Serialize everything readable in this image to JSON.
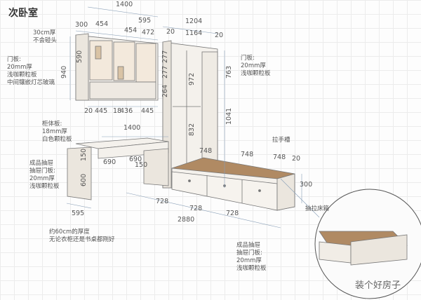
{
  "title": "次卧室",
  "notes": {
    "top_cabinet": "30cm厚\n不会碰头",
    "upper_door": "门板:\n20mm厚\n浅咖颗粒板\n中间镶嵌灯芯玻璃",
    "wardrobe_door": "门板:\n20mm厚\n浅咖颗粒板",
    "carcass": "柜体板:\n18mm厚\n白色颗粒板",
    "desk_drawer": "成品抽屉\n抽屉门板:\n20mm厚\n浅咖颗粒板",
    "bed_drawer": "成品抽屉\n抽屉门板:\n20mm厚\n浅咖颗粒板",
    "handle_slot": "拉手槽",
    "depth_note": "约60cm的厚度\n无论衣柜还是书桌都刚好",
    "detail_title": "抽拉床箱"
  },
  "dimensions": {
    "top_total": "1400",
    "top_depth": "300",
    "top_w1": "454",
    "top_w2": "454",
    "top_w3": "472",
    "wardrobe_depth": "595",
    "wardrobe_total": "1204",
    "wardrobe_side_l": "20",
    "wardrobe_inner": "1164",
    "wardrobe_side_r": "20",
    "upper_height": "940",
    "glass_height": "590",
    "shelf_a": "277",
    "shelf_b": "277",
    "shelf_c": "264",
    "inner_top": "972",
    "inner_bottom": "832",
    "door_top": "763",
    "door_bottom": "1041",
    "bottom_20": "20",
    "bottom_445a": "445",
    "bottom_18": "18",
    "bottom_436": "436",
    "bottom_445b": "445",
    "desk_total": "1400",
    "desk_drawer_h": "150",
    "desk_690a": "690",
    "desk_690b": "690",
    "desk_150": "150",
    "desk_height": "600",
    "desk_depth": "595",
    "bed_748a": "748",
    "bed_748b": "748",
    "bed_748c": "748",
    "bed_20": "20",
    "bed_height": "300",
    "drawer_728a": "728",
    "drawer_728b": "728",
    "drawer_728c": "728",
    "bed_total": "2880"
  },
  "watermark": "装个好房子",
  "colors": {
    "panel": "#f4f1ec",
    "wood": "#b08a63",
    "line": "#777777",
    "dim": "#8aa0b8"
  }
}
